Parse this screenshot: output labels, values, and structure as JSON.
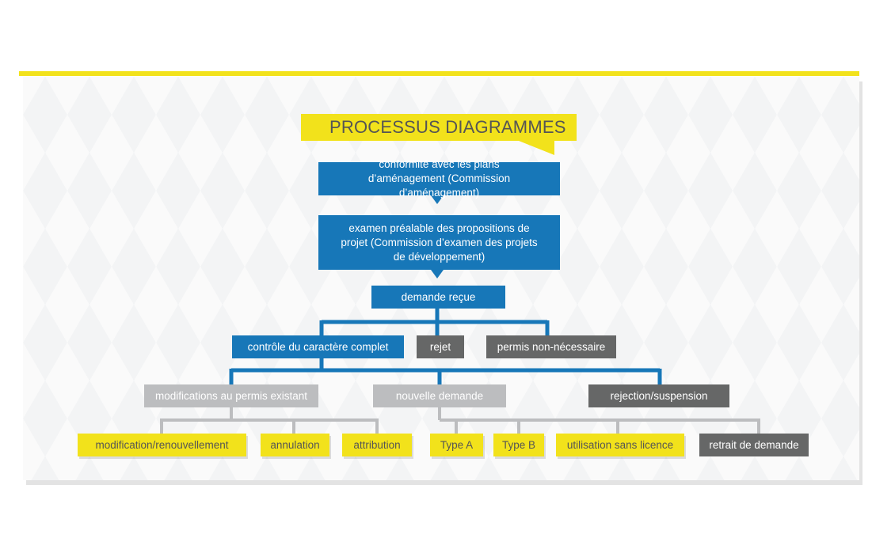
{
  "title": "PROCESSUS DIAGRAMMES",
  "colors": {
    "accent_yellow": "#f2e21b",
    "blue": "#1777b8",
    "dark_gray": "#666767",
    "light_gray": "#bcbdbf"
  },
  "nodes": {
    "conformite": "conformité avec les plans d’aménagement (Commission d’aménagement)",
    "examen": "examen préalable des propositions de projet (Commission d’examen des projets de développement)",
    "demande_recue": "demande reçue",
    "controle": "contrôle du caractère complet",
    "rejet": "rejet",
    "permis_non_necessaire": "permis non-nécessaire",
    "modifications": "modifications au permis existant",
    "nouvelle_demande": "nouvelle demande",
    "rejection": "rejection/suspension",
    "modification_renouvellement": "modification/renouvellement",
    "annulation": "annulation",
    "attribution": "attribution",
    "type_a": "Type A",
    "type_b": "Type B",
    "utilisation": "utilisation sans licence",
    "retrait": "retrait de demande"
  }
}
